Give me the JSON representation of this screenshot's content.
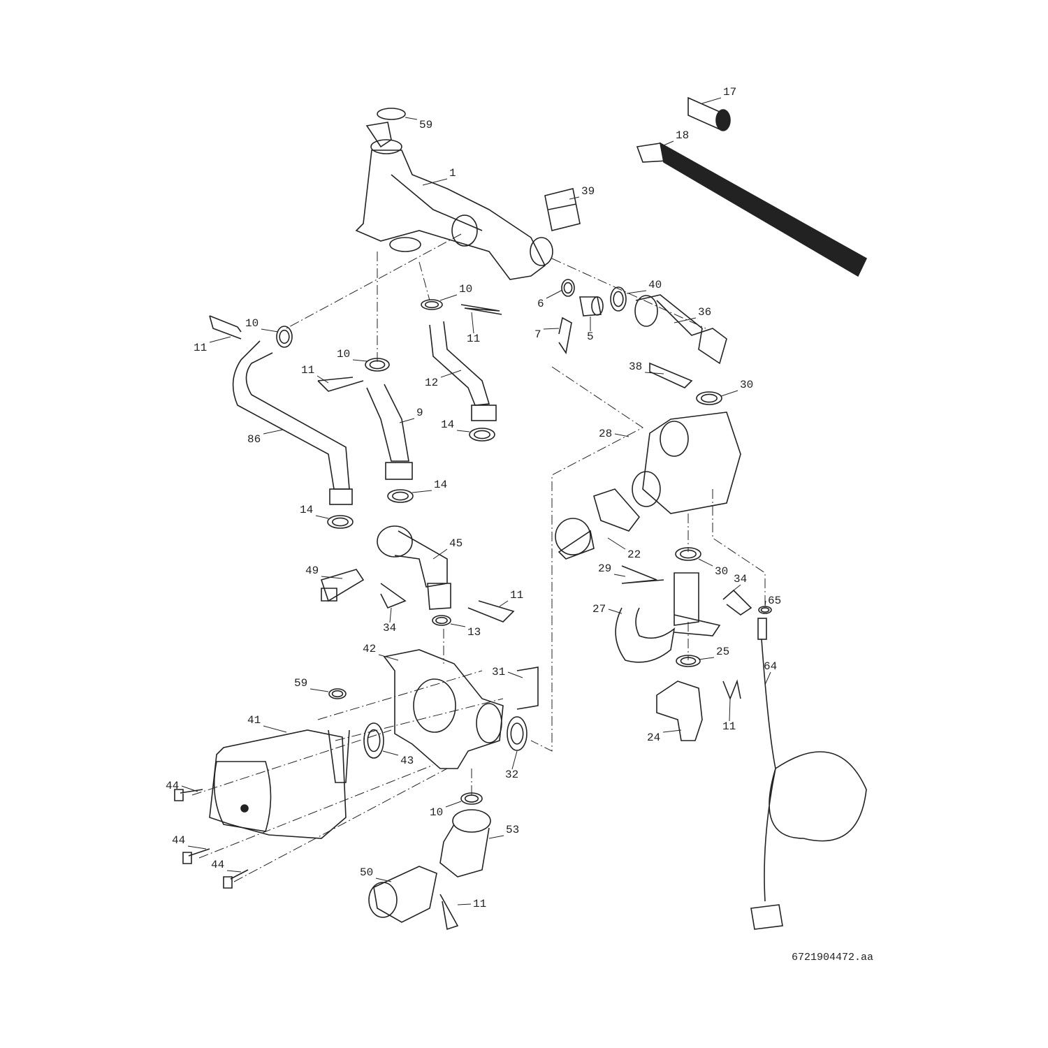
{
  "diagram": {
    "reference": "6721904472.aa",
    "labels": [
      "17",
      "59",
      "18",
      "1",
      "39",
      "10",
      "40",
      "6",
      "36",
      "10",
      "11",
      "7",
      "5",
      "11",
      "10",
      "11",
      "12",
      "38",
      "30",
      "9",
      "14",
      "86",
      "28",
      "14",
      "14",
      "45",
      "22",
      "49",
      "29",
      "30",
      "34",
      "11",
      "65",
      "27",
      "34",
      "13",
      "42",
      "25",
      "64",
      "31",
      "59",
      "41",
      "11",
      "24",
      "43",
      "32",
      "44",
      "10",
      "53",
      "44",
      "44",
      "50",
      "11"
    ]
  }
}
